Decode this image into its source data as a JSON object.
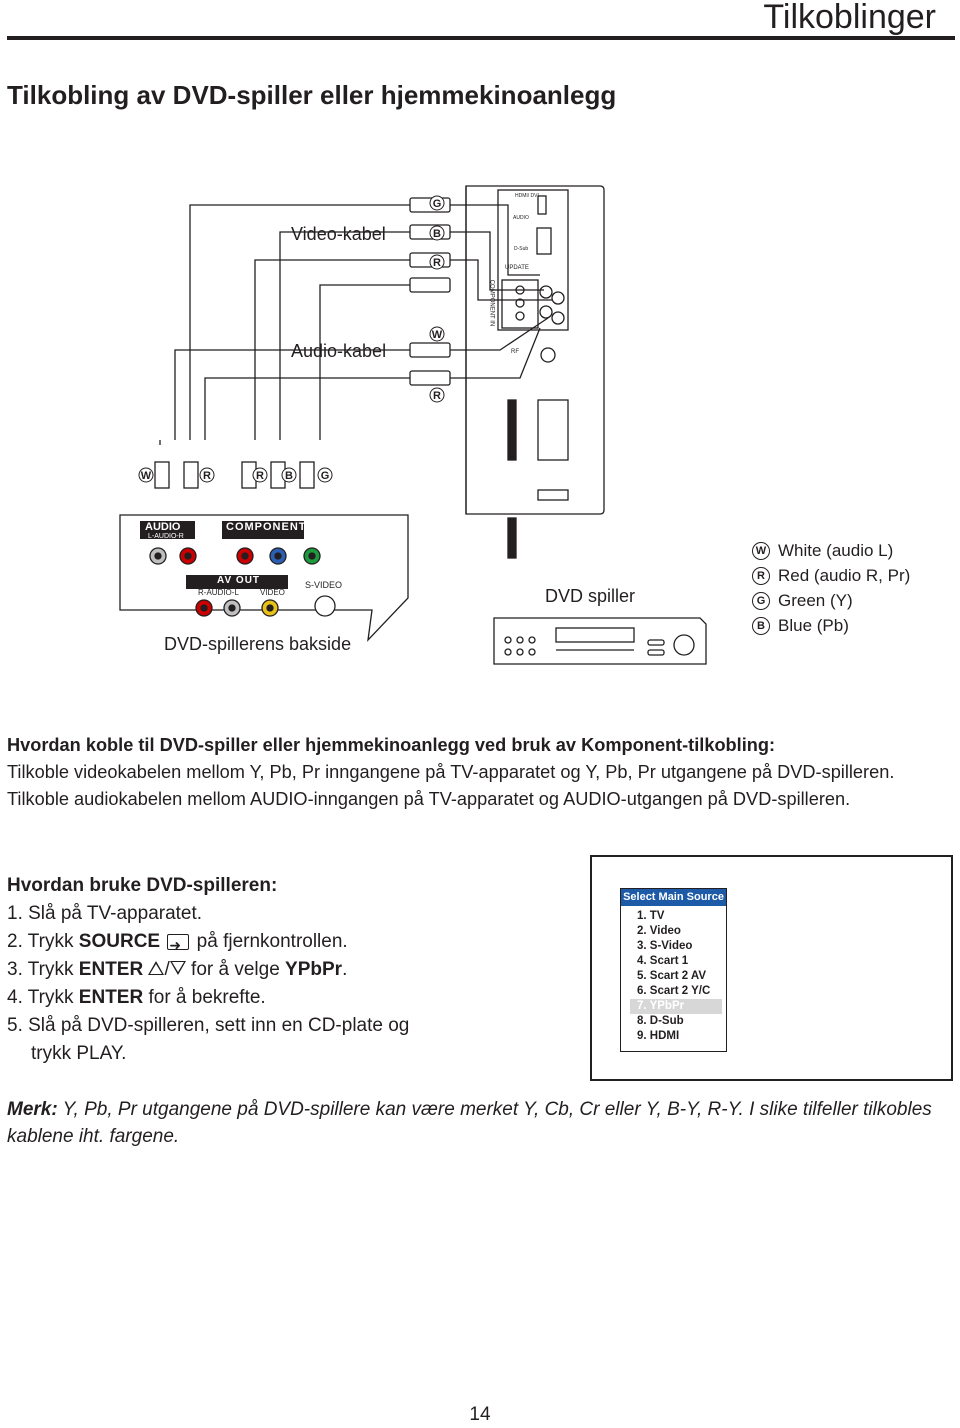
{
  "page": {
    "title": "Tilkoblinger",
    "section_heading": "Tilkobling av DVD-spiller eller hjemmekinoanlegg",
    "page_number": "14"
  },
  "diagram": {
    "video_cable_label": "Video-kabel",
    "audio_cable_label": "Audio-kabel",
    "dvd_player_label": "DVD spiller",
    "dvd_back_label": "DVD-spillerens bakside",
    "panel": {
      "audio_label": "AUDIO",
      "audio_sub": "L-AUDIO-R",
      "component_label": "COMPONENT",
      "av_out_label": "AV OUT",
      "av_audio_sub": "R-AUDIO-L",
      "video_label": "VIDEO",
      "svideo_label": "S-VIDEO"
    },
    "tv_panel": {
      "hdmi": "HDMI/ DVI",
      "audio": "AUDIO",
      "dsub": "D-Sub",
      "update": "UPDATE",
      "component_in": "COMPONENT IN",
      "rf": "RF"
    },
    "plug_letters": {
      "white": "W",
      "red": "R",
      "blue": "B",
      "green": "G"
    },
    "legend": [
      {
        "letter": "W",
        "text": "White (audio L)"
      },
      {
        "letter": "R",
        "text": "Red (audio R, Pr)"
      },
      {
        "letter": "G",
        "text": "Green (Y)"
      },
      {
        "letter": "B",
        "text": "Blue (Pb)"
      }
    ]
  },
  "instructions": {
    "heading": "Hvordan koble til DVD-spiller eller hjemmekinoanlegg ved bruk av Komponent-tilkobling:",
    "body": "Tilkoble videokabelen mellom Y, Pb, Pr inngangene på TV-apparatet og Y, Pb, Pr utgangene på DVD-spilleren. Tilkoble audiokabelen mellom AUDIO-inngangen på TV-apparatet og AUDIO-utgangen på DVD-spilleren."
  },
  "howto": {
    "heading": "Hvordan bruke DVD-spilleren:",
    "step1": "1. Slå på TV-apparatet.",
    "step2_pre": "2. Trykk ",
    "step2_key": "SOURCE",
    "step2_post": " på fjernkontrollen.",
    "step3_pre": "3. Trykk ",
    "step3_key": "ENTER",
    "step3_mid": " for å velge ",
    "step3_target": "YPbPr",
    "step3_post": ".",
    "step4_pre": "4. Trykk ",
    "step4_key": "ENTER",
    "step4_post": " for å bekrefte.",
    "step5a": "5. Slå på DVD-spilleren, sett inn en CD-plate og",
    "step5b": "trykk PLAY."
  },
  "menu": {
    "header": "Select Main Source",
    "items": [
      "1. TV",
      "2. Video",
      "3. S-Video",
      "4. Scart 1",
      "5. Scart 2 AV",
      "6. Scart 2 Y/C",
      "7. YPbPr",
      "8. D-Sub",
      "9. HDMI"
    ],
    "selected_index": 6,
    "header_color": "#1d5aa8"
  },
  "note": {
    "label": "Merk:",
    "text": " Y, Pb, Pr utgangene på DVD-spillere kan være merket Y, Cb, Cr eller Y, B-Y, R-Y. I slike tilfeller tilkobles kablene iht. fargene."
  }
}
